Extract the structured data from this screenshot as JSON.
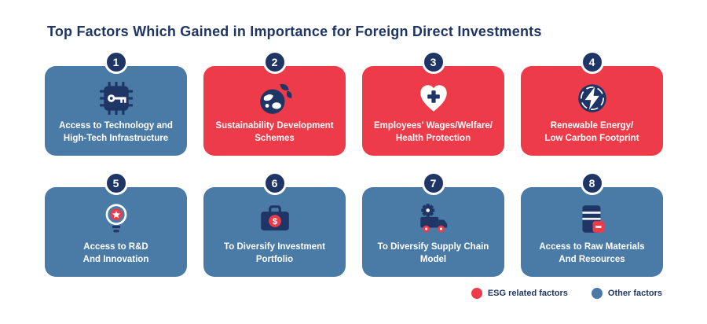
{
  "title": "Top Factors Which Gained in Importance for Foreign Direct Investments",
  "colors": {
    "esg_red": "#EE3B4A",
    "other_blue": "#4A7BA7",
    "navy": "#1E3565",
    "background": "#FFFFFF"
  },
  "cards": [
    {
      "number": "1",
      "label": "Access to Technology and\nHigh-Tech Infrastructure",
      "type": "other",
      "icon": "chip-key-icon"
    },
    {
      "number": "2",
      "label": "Sustainability Development\nSchemes",
      "type": "esg",
      "icon": "globe-leaves-icon"
    },
    {
      "number": "3",
      "label": "Employees' Wages/Welfare/\nHealth Protection",
      "type": "esg",
      "icon": "heart-cross-icon"
    },
    {
      "number": "4",
      "label": "Renewable Energy/\nLow Carbon Footprint",
      "type": "esg",
      "icon": "energy-bolt-icon"
    },
    {
      "number": "5",
      "label": "Access to R&D\nAnd Innovation",
      "type": "other",
      "icon": "idea-bulb-icon"
    },
    {
      "number": "6",
      "label": "To Diversify Investment\nPortfolio",
      "type": "other",
      "icon": "briefcase-dollar-icon"
    },
    {
      "number": "7",
      "label": "To Diversify Supply Chain\nModel",
      "type": "other",
      "icon": "truck-gear-icon"
    },
    {
      "number": "8",
      "label": "Access to Raw Materials\nAnd Resources",
      "type": "other",
      "icon": "barrel-minus-icon"
    }
  ],
  "legend": [
    {
      "label": "ESG related factors",
      "type": "esg"
    },
    {
      "label": "Other factors",
      "type": "other"
    }
  ]
}
